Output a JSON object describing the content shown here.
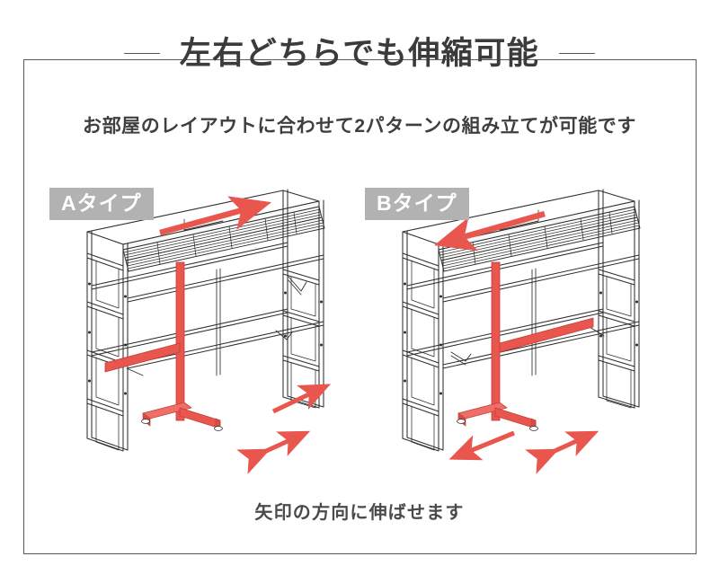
{
  "header": {
    "title": "左右どちらでも伸縮可能",
    "subtitle": "お部屋のレイアウトに合わせて2パターンの組み立てが可能です",
    "rule_left": "decorative-rule",
    "rule_right": "decorative-rule"
  },
  "footer": {
    "caption": "矢印の方向に伸ばせます"
  },
  "colors": {
    "accent_red": "#e8564e",
    "badge_gray": "#b2b2b2",
    "frame_line": "#555a5e",
    "text_dark": "#3b3b3b",
    "outline": "#2e2e2e",
    "panel_fill": "#ffffff"
  },
  "diagrams": [
    {
      "id": "type-a",
      "badge_label": "Aタイプ",
      "description": "伸縮ラック Aタイプ 組み立て図",
      "top_arrow": {
        "name": "top-extension-arrow",
        "direction": "right",
        "heads": 1
      },
      "floor_arrows": [
        {
          "name": "floor-extension-arrow",
          "direction": "up-right",
          "heads": 1
        },
        {
          "name": "floor-adjust-arrow",
          "direction": "diagonal",
          "heads": 2
        }
      ],
      "red_parts": [
        "center-support-pole",
        "t-shaped-floor-base",
        "lower-cross-bar"
      ]
    },
    {
      "id": "type-b",
      "badge_label": "Bタイプ",
      "description": "伸縮ラック Bタイプ 組み立て図",
      "top_arrow": {
        "name": "top-extension-arrow",
        "direction": "left",
        "heads": 1
      },
      "floor_arrows": [
        {
          "name": "floor-extension-arrow",
          "direction": "down-left",
          "heads": 1
        },
        {
          "name": "floor-adjust-arrow",
          "direction": "diagonal",
          "heads": 2
        }
      ],
      "red_parts": [
        "center-support-pole",
        "t-shaped-floor-base",
        "lower-cross-bar"
      ]
    }
  ]
}
